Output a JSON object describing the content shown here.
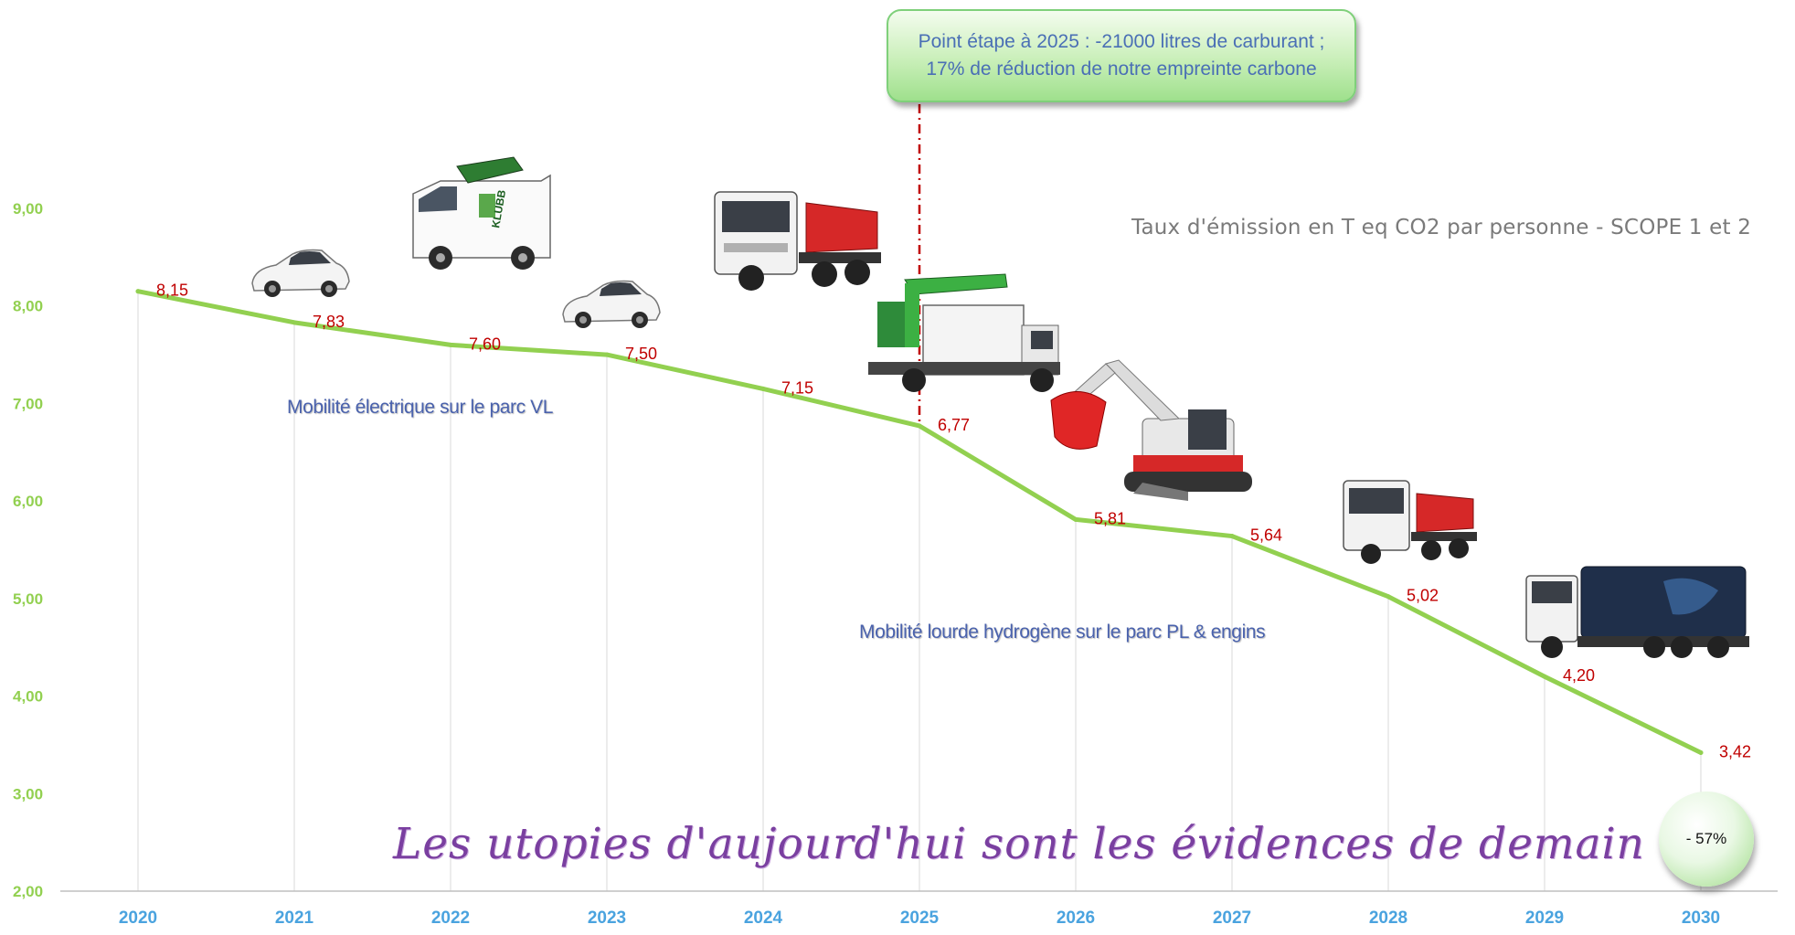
{
  "chart_data": {
    "type": "line",
    "title": "Taux d'émission en T eq CO2 par personne - SCOPE 1 et 2",
    "categories": [
      "2020",
      "2021",
      "2022",
      "2023",
      "2024",
      "2025",
      "2026",
      "2027",
      "2028",
      "2029",
      "2030"
    ],
    "values": [
      8.15,
      7.83,
      7.6,
      7.5,
      7.15,
      6.77,
      5.81,
      5.64,
      5.02,
      4.2,
      3.42
    ],
    "value_labels": [
      "8,15",
      "7,83",
      "7,60",
      "7,50",
      "7,15",
      "6,77",
      "5,81",
      "5,64",
      "5,02",
      "4,20",
      "3,42"
    ],
    "ylim": [
      2,
      9
    ],
    "y_ticks": [
      "2,00",
      "3,00",
      "4,00",
      "5,00",
      "6,00",
      "7,00",
      "8,00",
      "9,00"
    ],
    "xlabel": "",
    "ylabel": "",
    "grid": "vertical",
    "milestone_category": "2025",
    "line_color": "#92d050",
    "label_color": "#c00000",
    "axis_label_color": "#4aa3df",
    "y_tick_color": "#92d050",
    "milestone_line_color": "#c00000"
  },
  "callout": {
    "text": "Point étape à 2025 : -21000 litres de carburant ; 17% de réduction de notre empreinte carbone"
  },
  "notes": {
    "electric": "Mobilité électrique sur le parc VL",
    "hydrogen": "Mobilité lourde hydrogène sur le parc PL & engins"
  },
  "quote": "Les utopies d'aujourd'hui sont les évidences de demain",
  "reduction_badge": "- 57%",
  "vehicles": {
    "car_2021": {
      "icon": "electric-car-icon",
      "color": "#ffffff"
    },
    "van_2022": {
      "icon": "utility-van-crane-icon",
      "color": "#ffffff",
      "text": "KLUBB"
    },
    "car_2023": {
      "icon": "electric-car-icon",
      "color": "#ffffff"
    },
    "truck_2024": {
      "icon": "dump-truck-icon",
      "color": "#d62828"
    },
    "aerial_truck_2025": {
      "icon": "aerial-lift-truck-icon",
      "color": "#3cb043"
    },
    "excavator_2026": {
      "icon": "excavator-icon",
      "color": "#d62828"
    },
    "truck_2028": {
      "icon": "dump-truck-icon",
      "color": "#d62828"
    },
    "hydrogen_truck_2029": {
      "icon": "hydrogen-truck-icon",
      "color": "#1f2f4a"
    }
  }
}
